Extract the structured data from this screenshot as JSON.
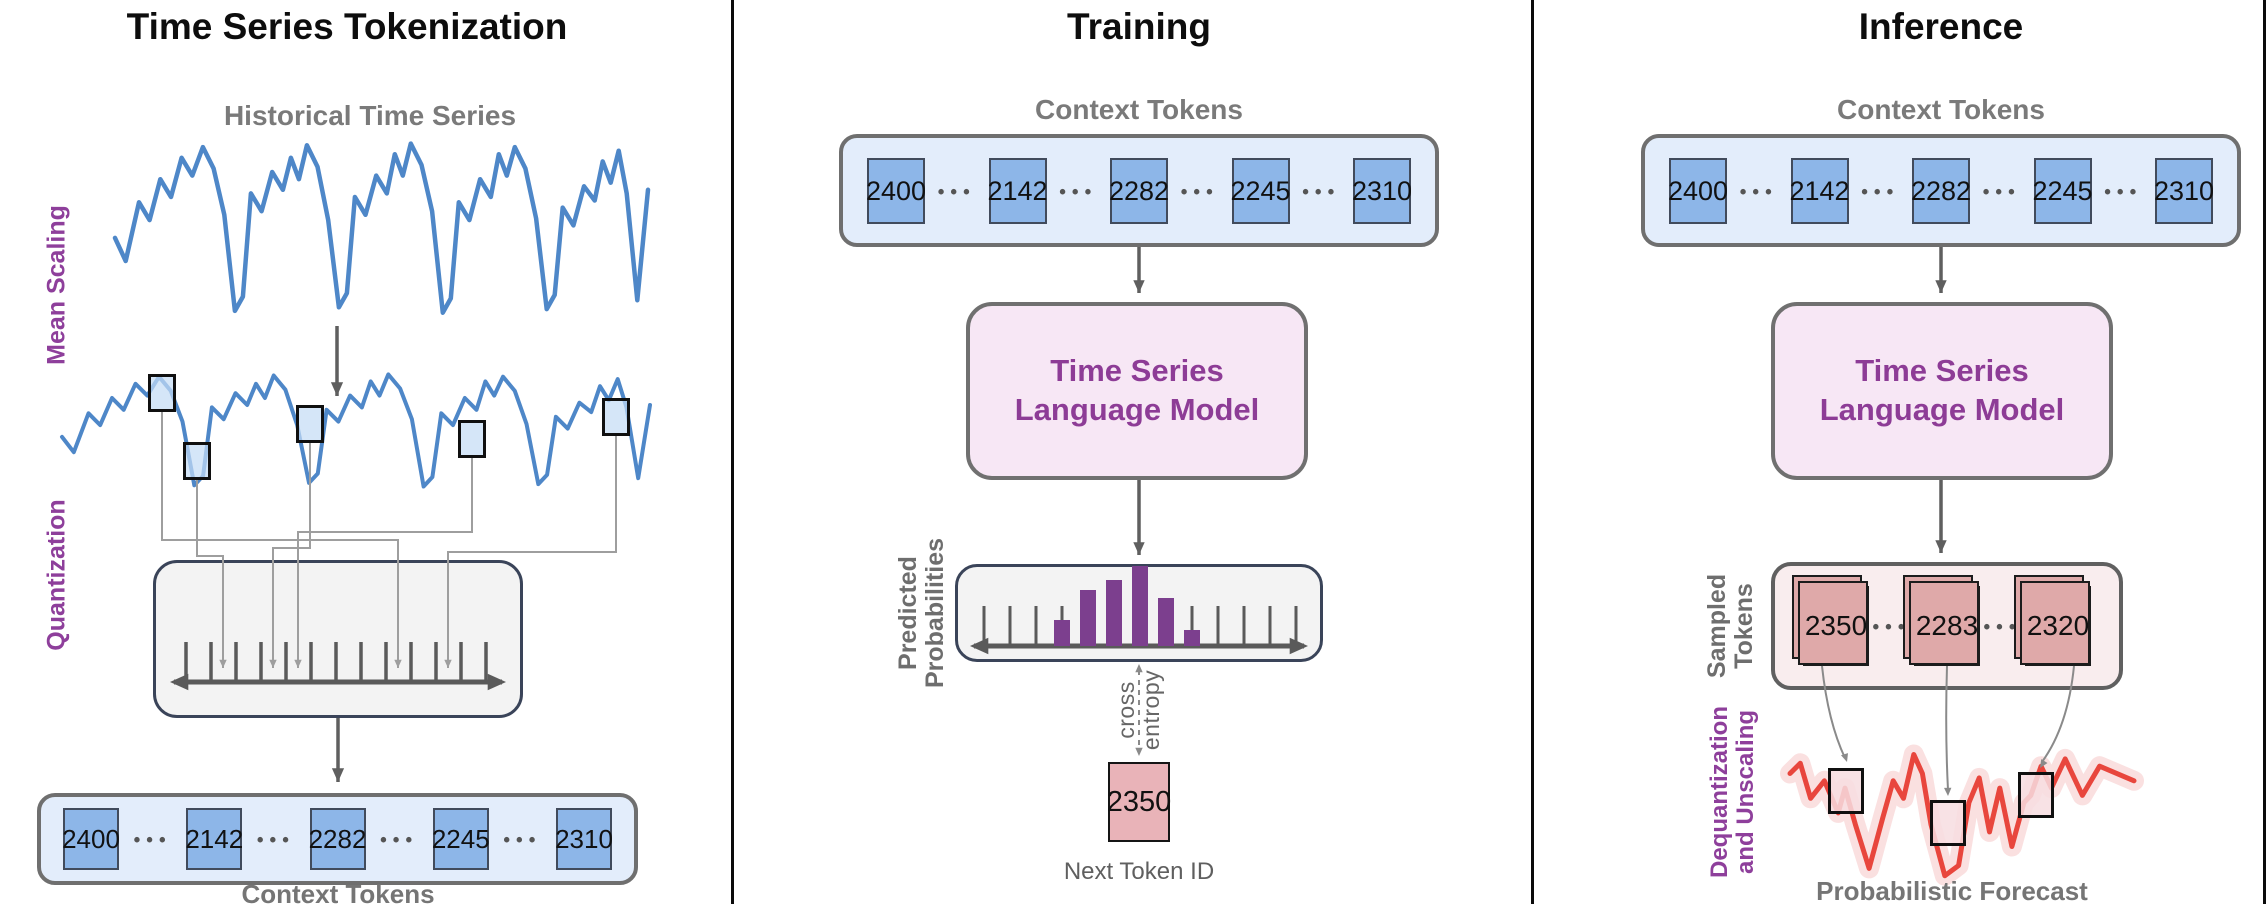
{
  "ellipsis": "•••",
  "panels": {
    "tokenization": {
      "title": "Time Series Tokenization",
      "series_label": "Historical Time Series",
      "mean_scaling_label": "Mean Scaling",
      "quantization_label": "Quantization",
      "context_label": "Context Tokens",
      "context_tokens": [
        "2400",
        "2142",
        "2282",
        "2245",
        "2310"
      ]
    },
    "training": {
      "title": "Training",
      "context_label": "Context Tokens",
      "context_tokens": [
        "2400",
        "2142",
        "2282",
        "2245",
        "2310"
      ],
      "model_line1": "Time Series",
      "model_line2": "Language Model",
      "predicted_line1": "Predicted",
      "predicted_line2": "Probabilities",
      "loss_line1": "cross",
      "loss_line2": "entropy",
      "next_token_value": "2350",
      "next_token_label": "Next Token ID"
    },
    "inference": {
      "title": "Inference",
      "context_label": "Context Tokens",
      "context_tokens": [
        "2400",
        "2142",
        "2282",
        "2245",
        "2310"
      ],
      "model_line1": "Time Series",
      "model_line2": "Language Model",
      "sampled_line1": "Sampled",
      "sampled_line2": "Tokens",
      "sampled_tokens": [
        "2350",
        "2283",
        "2320"
      ],
      "dequant_line1": "Dequantization",
      "dequant_line2": "and Unscaling",
      "forecast_label": "Probabilistic Forecast"
    }
  },
  "colors": {
    "series_blue": "#4e87c8",
    "token_blue": "#8db6e8",
    "token_box_blue": "#e3edfb",
    "model_purple_text": "#8d3c96",
    "model_box_pink": "#f7e7f5",
    "histogram_purple": "#7c3f8e",
    "quant_box_gray": "#f3f3f3",
    "navy_border": "#3a4459",
    "sampled_pink": "#e2aeae",
    "next_token_pink": "#e9b3b8",
    "forecast_red": "#e8463d",
    "forecast_band": "#f5c6c6",
    "label_gray": "#7a7a7a",
    "rotated_purple": "#8e3f9b",
    "arrow_gray": "#5f5f5f"
  },
  "art": {
    "series_points": [
      [
        0,
        0.55
      ],
      [
        0.02,
        0.68
      ],
      [
        0.045,
        0.35
      ],
      [
        0.065,
        0.45
      ],
      [
        0.085,
        0.22
      ],
      [
        0.105,
        0.32
      ],
      [
        0.125,
        0.1
      ],
      [
        0.145,
        0.2
      ],
      [
        0.165,
        0.04
      ],
      [
        0.185,
        0.16
      ],
      [
        0.205,
        0.42
      ],
      [
        0.225,
        0.96
      ],
      [
        0.24,
        0.88
      ],
      [
        0.255,
        0.3
      ],
      [
        0.275,
        0.4
      ],
      [
        0.295,
        0.18
      ],
      [
        0.315,
        0.28
      ],
      [
        0.33,
        0.1
      ],
      [
        0.345,
        0.22
      ],
      [
        0.36,
        0.03
      ],
      [
        0.38,
        0.15
      ],
      [
        0.4,
        0.45
      ],
      [
        0.42,
        0.94
      ],
      [
        0.435,
        0.86
      ],
      [
        0.45,
        0.32
      ],
      [
        0.47,
        0.42
      ],
      [
        0.49,
        0.2
      ],
      [
        0.51,
        0.3
      ],
      [
        0.525,
        0.08
      ],
      [
        0.54,
        0.2
      ],
      [
        0.555,
        0.02
      ],
      [
        0.575,
        0.14
      ],
      [
        0.595,
        0.4
      ],
      [
        0.615,
        0.97
      ],
      [
        0.63,
        0.89
      ],
      [
        0.645,
        0.35
      ],
      [
        0.665,
        0.45
      ],
      [
        0.685,
        0.22
      ],
      [
        0.705,
        0.32
      ],
      [
        0.72,
        0.08
      ],
      [
        0.735,
        0.2
      ],
      [
        0.75,
        0.04
      ],
      [
        0.77,
        0.16
      ],
      [
        0.79,
        0.44
      ],
      [
        0.81,
        0.95
      ],
      [
        0.825,
        0.87
      ],
      [
        0.84,
        0.38
      ],
      [
        0.86,
        0.48
      ],
      [
        0.88,
        0.26
      ],
      [
        0.9,
        0.34
      ],
      [
        0.915,
        0.12
      ],
      [
        0.93,
        0.24
      ],
      [
        0.945,
        0.06
      ],
      [
        0.96,
        0.3
      ],
      [
        0.98,
        0.9
      ],
      [
        1,
        0.28
      ]
    ],
    "forecast_points": [
      [
        0,
        0.25
      ],
      [
        0.03,
        0.18
      ],
      [
        0.06,
        0.42
      ],
      [
        0.1,
        0.3
      ],
      [
        0.14,
        0.52
      ],
      [
        0.16,
        0.35
      ],
      [
        0.19,
        0.6
      ],
      [
        0.23,
        0.9
      ],
      [
        0.27,
        0.55
      ],
      [
        0.3,
        0.3
      ],
      [
        0.33,
        0.42
      ],
      [
        0.36,
        0.12
      ],
      [
        0.385,
        0.25
      ],
      [
        0.41,
        0.6
      ],
      [
        0.45,
        0.95
      ],
      [
        0.49,
        0.88
      ],
      [
        0.52,
        0.45
      ],
      [
        0.55,
        0.28
      ],
      [
        0.58,
        0.65
      ],
      [
        0.61,
        0.35
      ],
      [
        0.645,
        0.75
      ],
      [
        0.68,
        0.45
      ],
      [
        0.7,
        0.4
      ],
      [
        0.73,
        0.2
      ],
      [
        0.76,
        0.35
      ],
      [
        0.8,
        0.15
      ],
      [
        0.85,
        0.4
      ],
      [
        0.9,
        0.2
      ],
      [
        1,
        0.3
      ]
    ],
    "hist_tick_count": 13,
    "hist_bar_start_index": 3,
    "hist_bar_heights": [
      26,
      56,
      66,
      80,
      48,
      16
    ],
    "quant_tick_count": 13
  }
}
